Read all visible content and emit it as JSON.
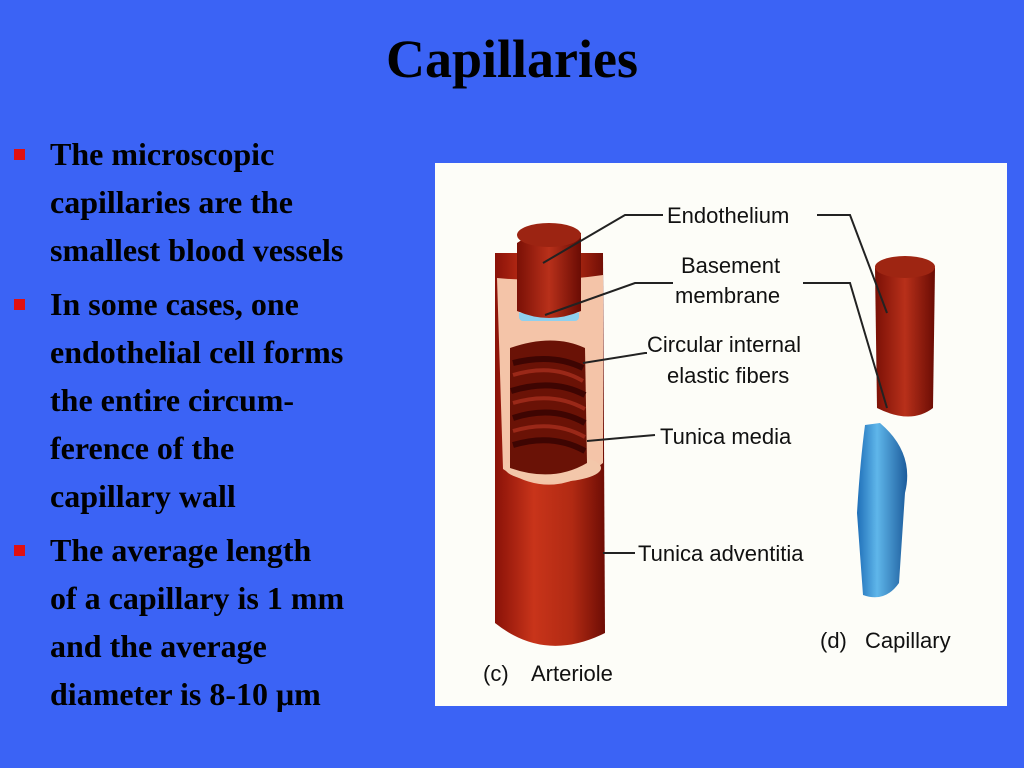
{
  "slide": {
    "title": "Capillaries",
    "bullets": [
      {
        "lines": [
          "The microscopic",
          "capillaries are the",
          "smallest blood vessels"
        ]
      },
      {
        "lines": [
          "In some cases, one",
          "endothelial cell forms",
          "the entire circum-",
          "ference of the",
          "capillary wall"
        ]
      },
      {
        "lines": [
          "The average length",
          "of a capillary is 1 mm",
          "and the average",
          "diameter is 8-10 μm"
        ]
      }
    ]
  },
  "figure": {
    "labels": {
      "endothelium": "Endothelium",
      "basement_1": "Basement",
      "basement_2": "membrane",
      "circular_1": "Circular internal",
      "circular_2": "elastic fibers",
      "tunica_media": "Tunica media",
      "tunica_adventitia": "Tunica adventitia"
    },
    "captions": {
      "arteriole_letter": "(c)",
      "arteriole": "Arteriole",
      "capillary_letter": "(d)",
      "capillary": "Capillary"
    }
  }
}
